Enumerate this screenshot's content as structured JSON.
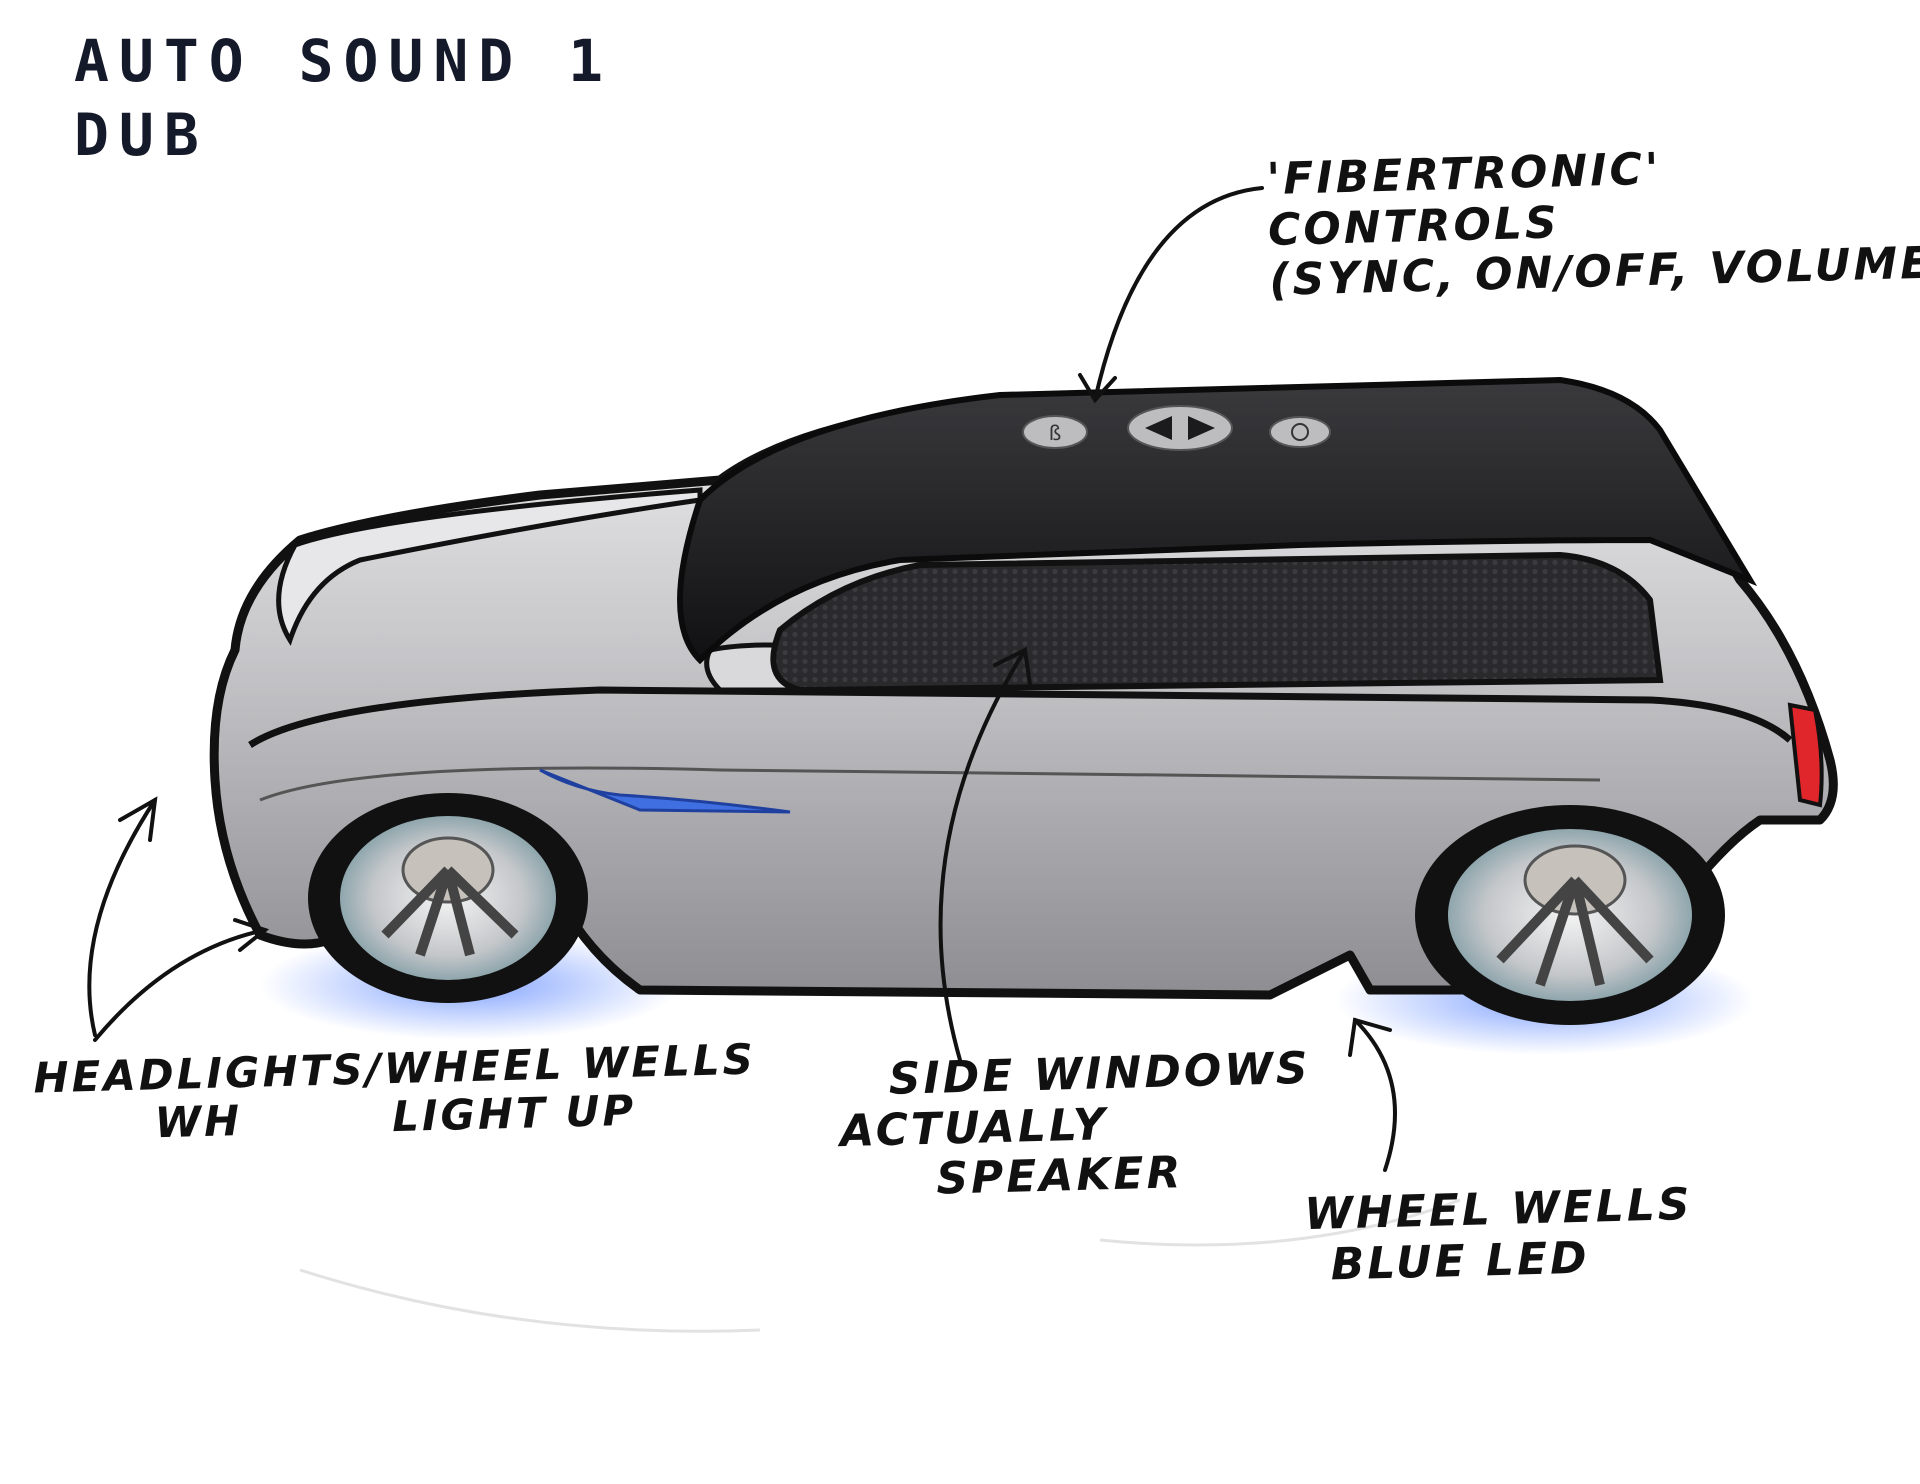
{
  "title": {
    "line1": "AUTO SOUND 1",
    "line2": "DUB"
  },
  "annotations": {
    "fibertronic": {
      "line1": "'FIBERTRONIC'",
      "line2": "CONTROLS",
      "line3": "(SYNC, ON/OFF, VOLUME)"
    },
    "headlights": {
      "line1": "HEADLIGHTS/WHEEL WELLS",
      "line2a": "WH",
      "line2b": "LIGHT UP"
    },
    "side_windows": {
      "line1": "SIDE WINDOWS",
      "line2": "ACTUALLY",
      "line3": "SPEAKER"
    },
    "wheel_wells": {
      "line1": "WHEEL WELLS",
      "line2": "BLUE LED"
    }
  },
  "colors": {
    "body_silver": "#c9c9cc",
    "roof_black": "#1b1b1d",
    "led_blue": "#3f6fe0",
    "tail_red": "#e0262b",
    "ink": "#111111"
  }
}
